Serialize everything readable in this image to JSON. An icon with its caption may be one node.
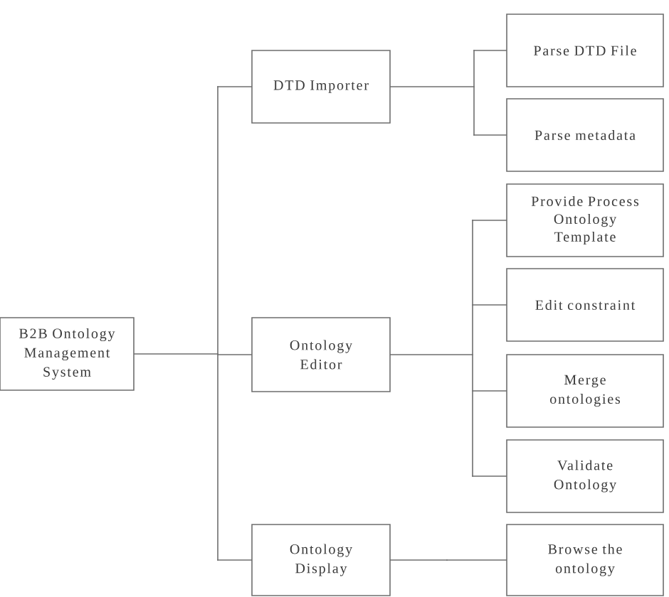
{
  "diagram": {
    "nodes": [
      {
        "text": [
          "B2B Ontology Management System"
        ]
      },
      {
        "text": [
          "DTD Importer"
        ]
      },
      {
        "text": [
          "Parse DTD File"
        ]
      },
      {
        "text": [
          "Parse metadata"
        ]
      },
      {
        "text": [
          "Ontology Editor"
        ]
      },
      {
        "text": [
          "Provide Process Ontology Template"
        ]
      },
      {
        "text": [
          "Edit constraint"
        ]
      },
      {
        "text": [
          "Merge ontologies"
        ]
      },
      {
        "text": [
          "Validate Ontology"
        ]
      },
      {
        "text": [
          "Ontology Display"
        ]
      },
      {
        "text": [
          "Browse the ontology"
        ]
      }
    ],
    "edges": [
      {
        "from": 0,
        "to": 1,
        "arrow": "none"
      },
      {
        "from": 0,
        "to": 4,
        "arrow": "none"
      },
      {
        "from": 0,
        "to": 9,
        "arrow": "none"
      },
      {
        "from": 1,
        "to": 2,
        "arrow": "none"
      },
      {
        "from": 1,
        "to": 3,
        "arrow": "none"
      },
      {
        "from": 4,
        "to": 5,
        "arrow": "none"
      },
      {
        "from": 4,
        "to": 6,
        "arrow": "none"
      },
      {
        "from": 4,
        "to": 7,
        "arrow": "none"
      },
      {
        "from": 4,
        "to": 8,
        "arrow": "none"
      },
      {
        "from": 9,
        "to": 10,
        "arrow": "none"
      }
    ]
  }
}
